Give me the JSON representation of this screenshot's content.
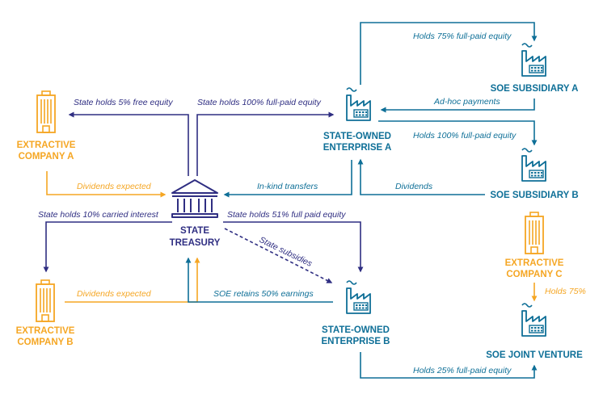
{
  "colors": {
    "treasury": "#2f2e82",
    "soe": "#0e6f97",
    "extractive": "#f5a623"
  },
  "nodes": {
    "state_treasury": [
      "STATE",
      "TREASURY"
    ],
    "soe_a": [
      "STATE-OWNED",
      "ENTERPRISE A"
    ],
    "soe_b": [
      "STATE-OWNED",
      "ENTERPRISE B"
    ],
    "extractive_a": [
      "EXTRACTIVE",
      "COMPANY A"
    ],
    "extractive_b": [
      "EXTRACTIVE",
      "COMPANY B"
    ],
    "extractive_c": [
      "EXTRACTIVE",
      "COMPANY C"
    ],
    "soe_subsidiary_a": "SOE SUBSIDIARY A",
    "soe_subsidiary_b": "SOE SUBSIDIARY B",
    "soe_joint_venture": "SOE JOINT VENTURE"
  },
  "icons": {
    "treasury": "bank-building-icon",
    "soe": "factory-icon",
    "extractive": "office-tower-icon"
  },
  "edges": {
    "treasury_to_ext_a": "State holds 5% free equity",
    "treasury_to_soe_a": "State holds 100% full-paid equity",
    "soe_a_to_sub_a": "Holds 75% full-paid equity",
    "sub_a_to_soe_a": "Ad-hoc payments",
    "soe_a_to_sub_b": "Holds 100% full-paid equity",
    "ext_a_to_treasury": "Dividends expected",
    "soe_a_to_treasury": "In-kind transfers",
    "sub_b_to_soe_a": "Dividends",
    "treasury_to_ext_b": "State holds 10% carried interest",
    "treasury_to_soe_b": "State holds 51% full paid equity",
    "treasury_subsidies": "State subsidies",
    "ext_b_to_treasury": "Dividends expected",
    "soe_b_to_treasury": "SOE retains 50% earnings",
    "ext_c_to_jv": "Holds 75%",
    "soe_b_to_jv": "Holds 25% full-paid equity"
  }
}
